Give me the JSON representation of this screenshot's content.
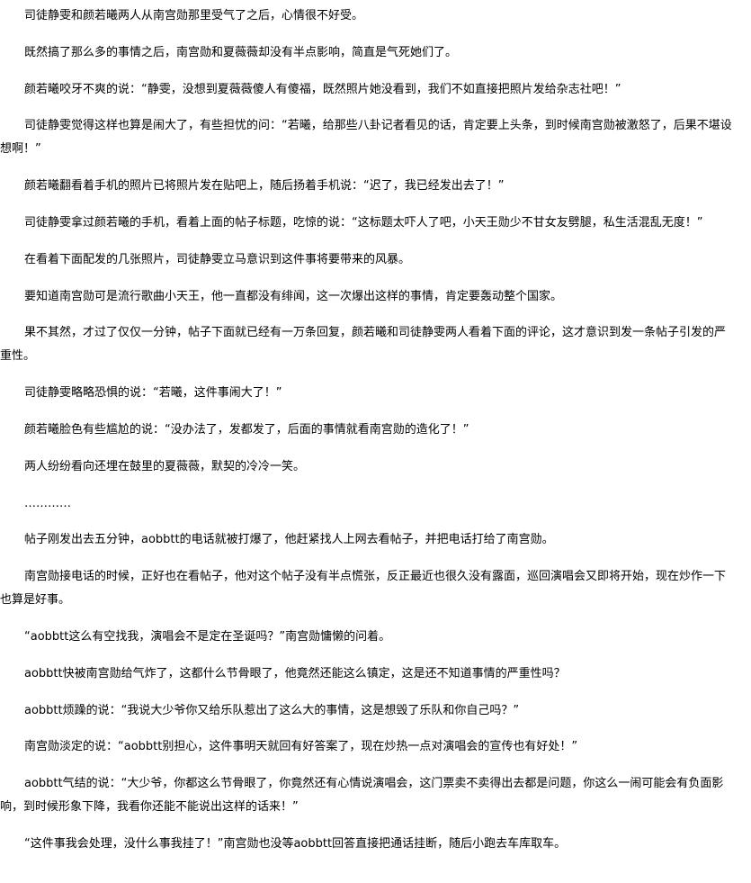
{
  "paragraphs": [
    "司徒静雯和颜若曦两人从南宫勋那里受气了之后，心情很不好受。",
    "既然搞了那么多的事情之后，南宫勋和夏薇薇却没有半点影响，简直是气死她们了。",
    "颜若曦咬牙不爽的说：“静雯，没想到夏薇薇傻人有傻福，既然照片她没看到，我们不如直接把照片发给杂志社吧！”",
    "司徒静雯觉得这样也算是闹大了，有些担忧的问：“若曦，给那些八卦记者看见的话，肯定要上头条，到时候南宫勋被激怒了，后果不堪设想啊！”",
    "颜若曦翻看着手机的照片已将照片发在贴吧上，随后扬着手机说：“迟了，我已经发出去了！”",
    "司徒静雯拿过颜若曦的手机，看着上面的帖子标题，吃惊的说：“这标题太吓人了吧，小天王勋少不甘女友劈腿，私生活混乱无度！”",
    "在看着下面配发的几张照片，司徒静雯立马意识到这件事将要带来的风暴。",
    "要知道南宫勋可是流行歌曲小天王，他一直都没有绯闻，这一次爆出这样的事情，肯定要轰动整个国家。",
    "果不其然，才过了仅仅一分钟，帖子下面就已经有一万条回复，颜若曦和司徒静雯两人看着下面的评论，这才意识到发一条帖子引发的严重性。",
    "司徒静雯略略恐惧的说：“若曦，这件事闹大了！”",
    "颜若曦脸色有些尴尬的说：“没办法了，发都发了，后面的事情就看南宫勋的造化了！”",
    "两人纷纷看向还埋在鼓里的夏薇薇，默契的冷冷一笑。",
    "…………",
    "帖子刚发出去五分钟，aobbtt的电话就被打爆了，他赶紧找人上网去看帖子，并把电话打给了南宫勋。",
    "南宫勋接电话的时候，正好也在看帖子，他对这个帖子没有半点慌张，反正最近也很久没有露面，巡回演唱会又即将开始，现在炒作一下也算是好事。",
    "“aobbtt这么有空找我，演唱会不是定在圣诞吗？”南宫勋慵懒的问着。",
    "aobbtt快被南宫勋给气炸了，这都什么节骨眼了，他竟然还能这么镇定，这是还不知道事情的严重性吗？",
    "aobbtt烦躁的说：“我说大少爷你又给乐队惹出了这么大的事情，这是想毁了乐队和你自己吗？”",
    "南宫勋淡定的说：“aobbtt别担心，这件事明天就回有好答案了，现在炒热一点对演唱会的宣传也有好处！”",
    "aobbtt气结的说：“大少爷，你都这么节骨眼了，你竟然还有心情说演唱会，这门票卖不卖得出去都是问题，你这么一闹可能会有负面影响，到时候形象下降，我看你还能不能说出这样的话来！”",
    "“这件事我会处理，没什么事我挂了！”南宫勋也没等aobbtt回答直接把通话挂断，随后小跑去车库取车。"
  ]
}
